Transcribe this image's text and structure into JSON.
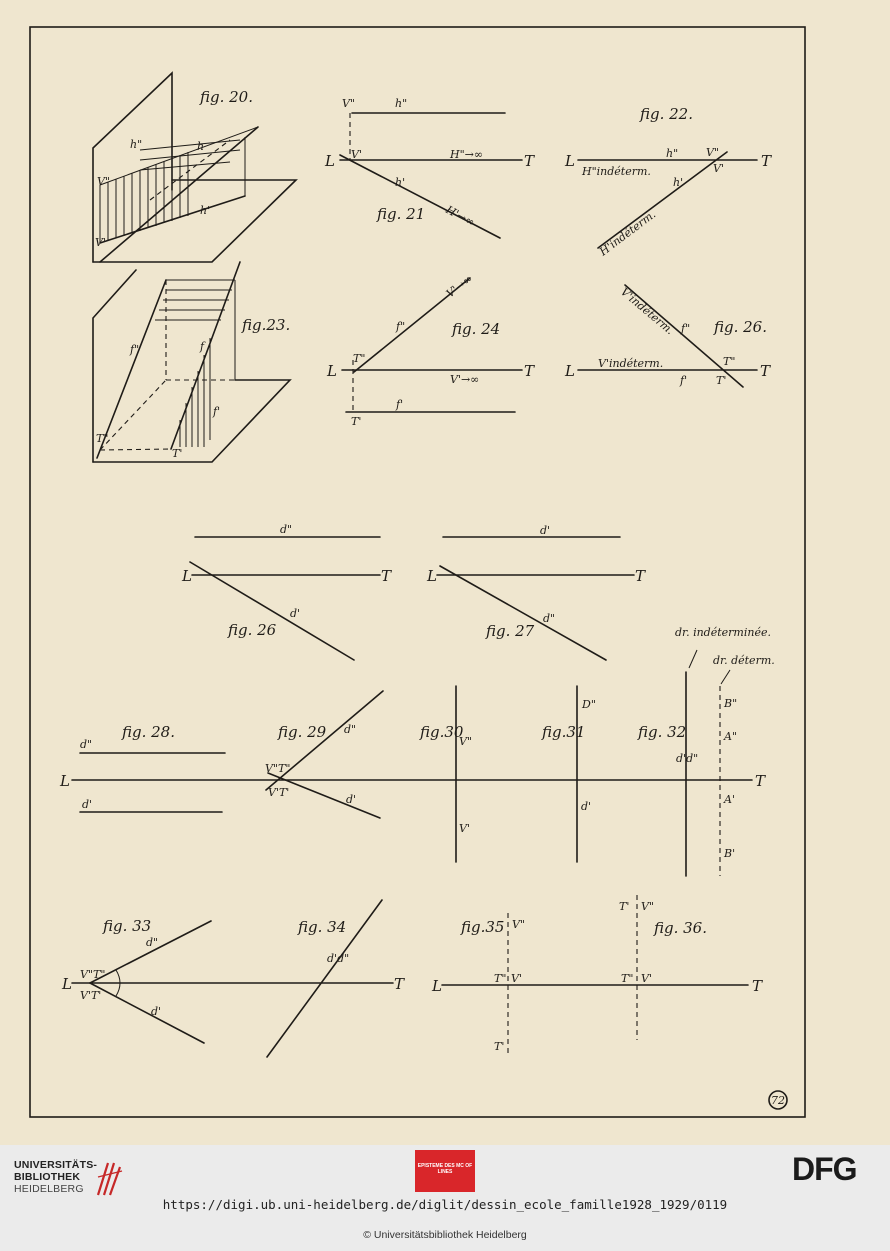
{
  "figures": {
    "fig20": "fig. 20.",
    "fig21": "fig. 21",
    "fig22": "fig. 22.",
    "fig23": "fig.23.",
    "fig24": "fig. 24",
    "fig26a": "fig. 26.",
    "fig26b": "fig. 26",
    "fig27": "fig. 27",
    "fig28": "fig. 28.",
    "fig29": "fig. 29",
    "fig30": "fig.30",
    "fig31": "fig.31",
    "fig32": "fig. 32",
    "fig33": "fig. 33",
    "fig34": "fig. 34",
    "fig35": "fig.35",
    "fig36": "fig. 36."
  },
  "labels": {
    "f21_V2": "V\"",
    "f21_h2": "h\"",
    "f21_V1": "V'",
    "f21_L": "L",
    "f21_T": "T",
    "f21_Hinf": "H\"→∞",
    "f21_h1": "h'",
    "f21_H1inf": "H'→∞",
    "f22_L": "L",
    "f22_T": "T",
    "f22_h2": "h\"",
    "f22_V2": "V\"",
    "f22_V1": "V'",
    "f22_Hind": "H\"indéterm.",
    "f22_h1": "h'",
    "f22_H1ind": "H'indéterm.",
    "f20_h2": "h\"",
    "f20_V2": "V\"",
    "f20_h": "h",
    "f20_h1": "h'",
    "f20_V1": "V'",
    "f23_f2": "f\"",
    "f23_f": "f",
    "f23_f1": "f'",
    "f23_T2": "T\"",
    "f23_T1": "T'",
    "f24_Vinf": "V'→∞",
    "f24_f2": "f\"",
    "f24_T2": "T\"",
    "f24_L": "L",
    "f24_T": "T",
    "f24_Vinf2": "V'→∞",
    "f24_f1": "f'",
    "f24_T1": "T'",
    "f26a_Vind": "V'indéterm.",
    "f26a_f2": "f\"",
    "f26a_T2": "T\"",
    "f26a_L": "L",
    "f26a_T": "T",
    "f26a_Vind2": "V'indéterm.",
    "f26a_f1": "f'",
    "f26a_T1": "T'",
    "f26b_d2": "d\"",
    "f26b_L": "L",
    "f26b_T": "T",
    "f26b_d1": "d'",
    "f27_d1": "d'",
    "f27_L": "L",
    "f27_T": "T",
    "f27_d2": "d\"",
    "dr_ind": "dr. indéterminée.",
    "dr_det": "dr. déterm.",
    "f28_d2": "d\"",
    "f28_d1": "d'",
    "main_L": "L",
    "main_T": "T",
    "f29_VT2": "V\"T\"",
    "f29_VT1": "V'T'",
    "f29_d2": "d\"",
    "f29_d1": "d'",
    "f30_V2": "V\"",
    "f30_V1": "V'",
    "f31_D2": "D\"",
    "f31_d1": "d'",
    "f32_d": "d'd\"",
    "f32_B2": "B\"",
    "f32_A2": "A\"",
    "f32_A1": "A'",
    "f32_B1": "B'",
    "f33_L": "L",
    "f33_VT2": "V\"T\"",
    "f33_VT1": "V'T'",
    "f33_d2": "d\"",
    "f33_d1": "d'",
    "f34_d": "d'd\"",
    "f34_T": "T",
    "f35_V2": "V\"",
    "f35_T2": "T\"",
    "f35_V1": "V'",
    "f35_T1": "T'",
    "f35_L": "L",
    "f36_T1": "T'",
    "f36_V2": "V\"",
    "f36_T2": "T\"",
    "f36_V1": "V'",
    "f36_T": "T",
    "page_num": "72"
  },
  "footer": {
    "ub_line1": "UNIVERSITÄTS-",
    "ub_line2": "BIBLIOTHEK",
    "ub_line3": "HEIDELBERG",
    "mid_logo": "EPISTEME DES MC OF LINES",
    "dfg": "DFG",
    "url": "https://digi.ub.uni-heidelberg.de/diglit/dessin_ecole_famille1928_1929/0119",
    "copyright": "© Universitätsbibliothek Heidelberg"
  }
}
